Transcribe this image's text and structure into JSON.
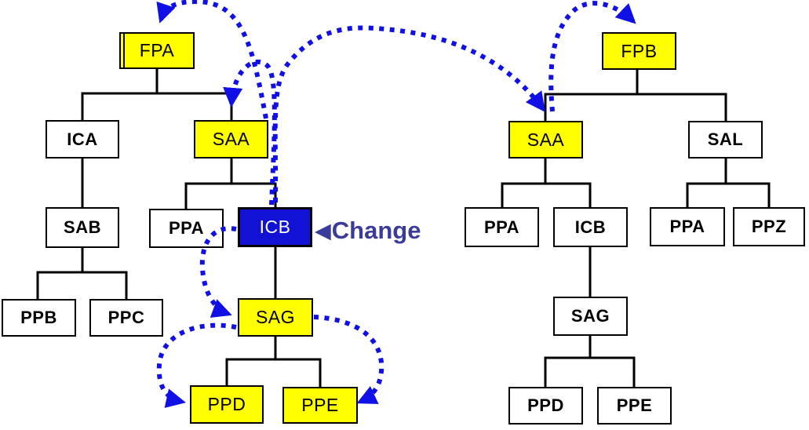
{
  "diagram": {
    "annotation": {
      "pointer_icon": "◀",
      "label": "Change"
    },
    "colors": {
      "affected_fill": "#FFFF00",
      "changed_fill": "#1212D6",
      "arrow_blue": "#1010E6",
      "annotation_blue": "#3B3B99",
      "box_border": "#000000",
      "background": "#FFFFFF"
    },
    "left_tree": {
      "fpa": "FPA",
      "ica": "ICA",
      "saa": "SAA",
      "sab": "SAB",
      "ppa": "PPA",
      "icb": "ICB",
      "ppb": "PPB",
      "ppc": "PPC",
      "sag": "SAG",
      "ppd": "PPD",
      "ppe": "PPE"
    },
    "right_tree": {
      "fpb": "FPB",
      "saa": "SAA",
      "sal": "SAL",
      "ppa1": "PPA",
      "icb": "ICB",
      "ppa2": "PPA",
      "ppz": "PPZ",
      "sag": "SAG",
      "ppd": "PPD",
      "ppe": "PPE"
    }
  }
}
